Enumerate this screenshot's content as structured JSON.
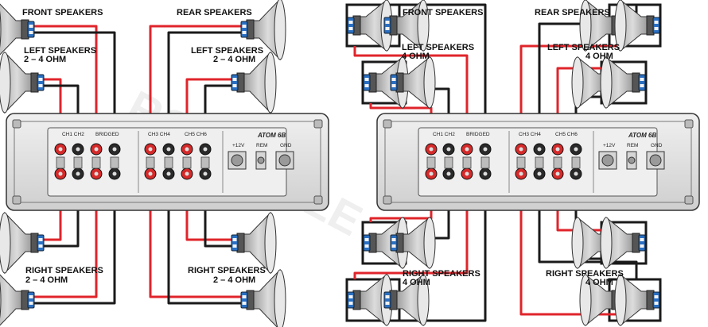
{
  "watermark": "ROCKVILLE",
  "amp_model": "ATOM 6B",
  "power_labels": {
    "plus": "+12V",
    "remote": "REM",
    "ground": "GND"
  },
  "channel_marks": {
    "ch12": "CH1 CH2",
    "ch34": "CH3 CH4",
    "ch56": "CH5 CH6",
    "bridged": "BRIDGED"
  },
  "left_diagram": {
    "front_title": "FRONT SPEAKERS",
    "rear_title": "REAR SPEAKERS",
    "left_speakers": [
      "LEFT SPEAKERS",
      "2 – 4 OHM"
    ],
    "right_speakers": [
      "RIGHT SPEAKERS",
      "2 – 4 OHM"
    ],
    "left_speakers_rear": [
      "LEFT SPEAKERS",
      "2 – 4 OHM"
    ],
    "right_speakers_rear": [
      "RIGHT SPEAKERS",
      "2 – 4 OHM"
    ]
  },
  "right_diagram": {
    "front_title": "FRONT SPEAKERS",
    "rear_title": "REAR SPEAKERS",
    "left_speakers": [
      "LEFT SPEAKERS",
      "4 OHM"
    ],
    "right_speakers": [
      "RIGHT SPEAKERS",
      "4 OHM"
    ],
    "left_speakers_rear": [
      "LEFT SPEAKERS",
      "4 OHM"
    ],
    "right_speakers_rear": [
      "RIGHT SPEAKERS",
      "4 OHM"
    ]
  },
  "colors": {
    "positive_wire": "#e0242b",
    "negative_wire": "#1a1a1a",
    "terminal_blue": "#2a6fc2",
    "amp_body": "#e3e3e3"
  }
}
